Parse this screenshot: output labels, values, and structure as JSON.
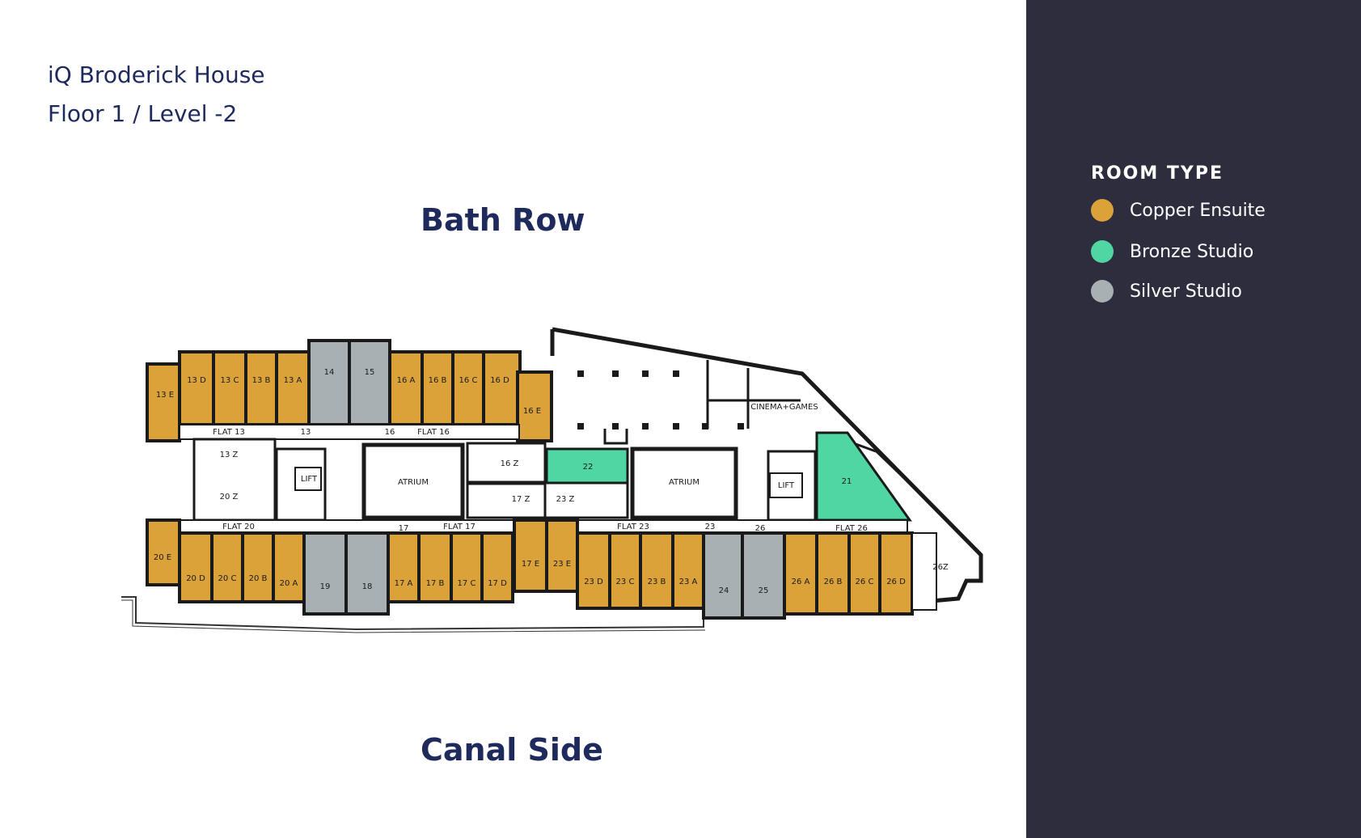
{
  "header": {
    "building": "iQ Broderick House",
    "floor": "Floor 1 / Level -2"
  },
  "orientation": {
    "top": "Bath Row",
    "bottom": "Canal Side"
  },
  "legend": {
    "title": "ROOM TYPE",
    "items": [
      {
        "label": "Copper Ensuite",
        "color": "#dba23a"
      },
      {
        "label": "Bronze Studio",
        "color": "#4fd6a2"
      },
      {
        "label": "Silver Studio",
        "color": "#a9b0b4"
      }
    ]
  },
  "colors": {
    "copper": "#dba23a",
    "bronze": "#4fd6a2",
    "silver": "#a9b0b4",
    "wall": "#1a1a1a"
  },
  "rooms": {
    "r13E": "13 E",
    "r13D": "13 D",
    "r13C": "13 C",
    "r13B": "13 B",
    "r13A": "13 A",
    "r14": "14",
    "r15": "15",
    "r16A": "16 A",
    "r16B": "16 B",
    "r16C": "16 C",
    "r16D": "16 D",
    "r16E": "16 E",
    "r22": "22",
    "r21": "21",
    "r20E": "20 E",
    "r20D": "20 D",
    "r20C": "20 C",
    "r20B": "20 B",
    "r20A": "20 A",
    "r19": "19",
    "r18": "18",
    "r17A": "17 A",
    "r17B": "17 B",
    "r17C": "17 C",
    "r17D": "17 D",
    "r17E": "17 E",
    "r23E": "23 E",
    "r23D": "23 D",
    "r23C": "23 C",
    "r23B": "23 B",
    "r23A": "23 A",
    "r24": "24",
    "r25": "25",
    "r26A": "26 A",
    "r26B": "26 B",
    "r26C": "26 C",
    "r26D": "26 D"
  },
  "labels": {
    "flat13": "FLAT 13",
    "n13": "13",
    "n16": "16",
    "flat16": "FLAT 16",
    "z13": "13 Z",
    "z20": "20 Z",
    "z16": "16 Z",
    "z17": "17 Z",
    "z23": "23 Z",
    "z26": "26Z",
    "lift": "LIFT",
    "atrium": "ATRIUM",
    "cinema": "CINEMA+GAMES",
    "flat20": "FLAT 20",
    "n17": "17",
    "flat17": "FLAT 17",
    "flat23": "FLAT 23",
    "n23": "23",
    "n26": "26",
    "flat26": "FLAT 26"
  }
}
